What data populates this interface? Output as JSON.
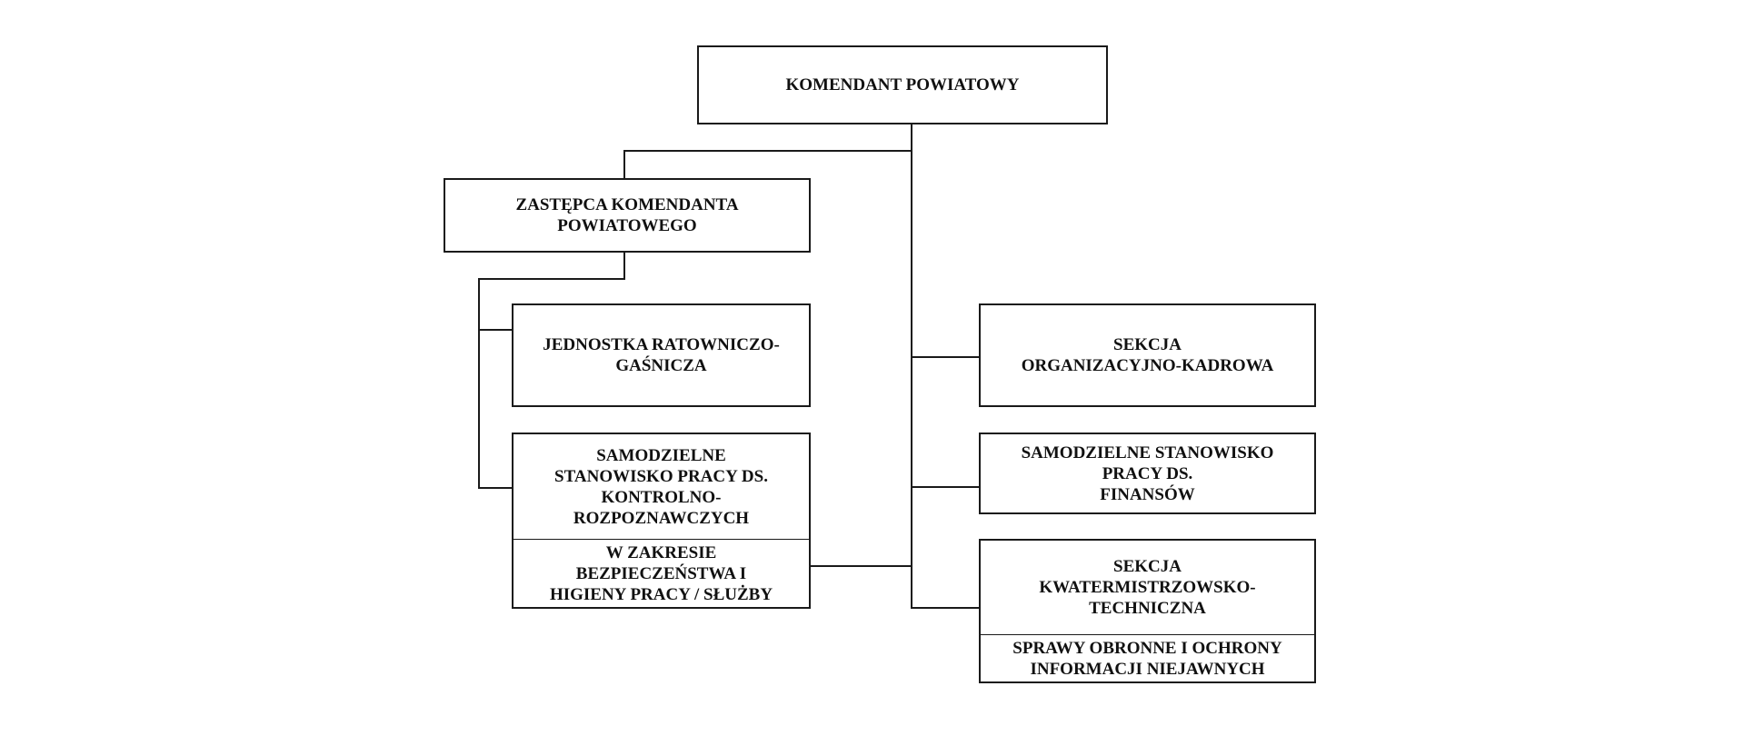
{
  "org_chart": {
    "head": "KOMENDANT POWIATOWY",
    "deputy": "ZASTĘPCA KOMENDANTA\nPOWIATOWEGO",
    "deputy_units": {
      "rescue_unit": "JEDNOSTKA RATOWNICZO-\nGAŚNICZA",
      "control_post": "SAMODZIELNE\nSTANOWISKO PRACY DS.\nKONTROLNO-\nROZPOZNAWCZYCH",
      "bhp_post": "W ZAKRESIE\nBEZPIECZEŃSTWA I\nHIGIENY PRACY / SŁUŻBY"
    },
    "head_units": {
      "org_section": "SEKCJA\nORGANIZACYJNO-KADROWA",
      "finance_post": "SAMODZIELNE STANOWISKO\nPRACY DS.\nFINANSÓW",
      "tech_section": "SEKCJA\nKWATERMISTRZOWSKO-\nTECHNICZNA",
      "defence_post": "SPRAWY OBRONNE I OCHRONY\nINFORMACJI NIEJAWNYCH"
    }
  }
}
